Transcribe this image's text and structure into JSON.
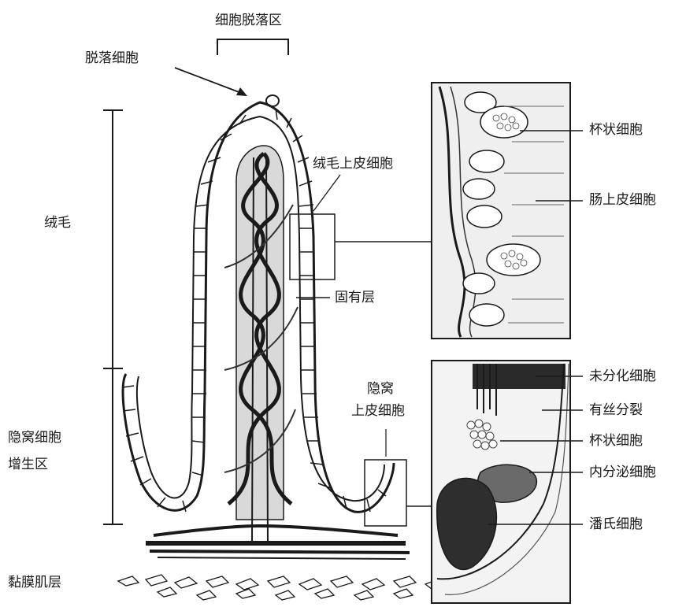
{
  "labels": {
    "shedding_zone": "细胞脱落区",
    "shedding_cell": "脱落细胞",
    "villus": "绒毛",
    "villus_epithelial_cell": "绒毛上皮细胞",
    "lamina_propria": "固有层",
    "goblet_cell_upper": "杯状细胞",
    "intestinal_epithelial_cell": "肠上皮细胞",
    "crypt_line1": "隐窝",
    "crypt_line2": "上皮细胞",
    "crypt_proliferation_line1": "隐窝细胞",
    "crypt_proliferation_line2": "增生区",
    "undifferentiated_cell": "未分化细胞",
    "mitosis": "有丝分裂",
    "goblet_cell_lower": "杯状细胞",
    "endocrine_cell": "内分泌细胞",
    "paneth_cell": "潘氏细胞",
    "muscularis_mucosae": "黏膜肌层"
  },
  "colors": {
    "ink": "#1a1a1a",
    "texture": "#555555",
    "background": "#ffffff"
  }
}
